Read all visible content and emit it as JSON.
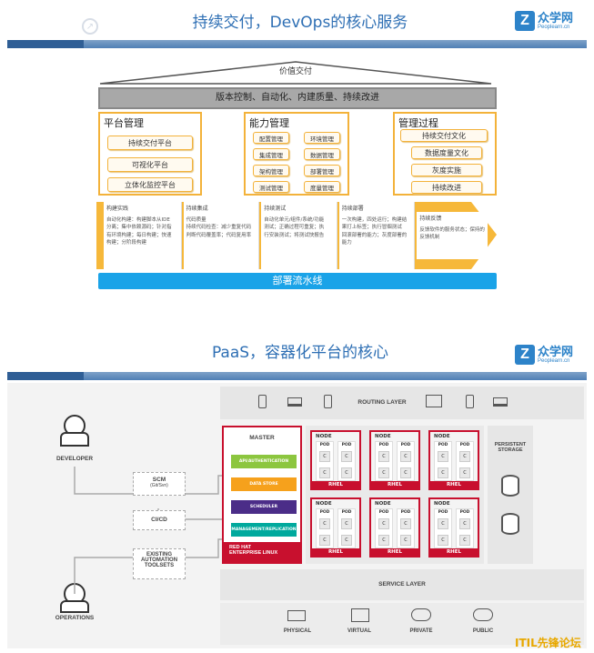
{
  "slide1": {
    "title": "持续交付，DevOps的核心服务",
    "logo": {
      "name": "众学网",
      "url": "Peoplearn.cn"
    },
    "roof_label": "价值交付",
    "banner": "版本控制、自动化、内建质量、持续改进",
    "platform": {
      "title": "平台管理",
      "items": [
        "持续交付平台",
        "可视化平台",
        "立体化监控平台"
      ]
    },
    "capability": {
      "title": "能力管理",
      "items": [
        "配置管理",
        "环境管理",
        "集成管理",
        "数据管理",
        "架构管理",
        "部署管理",
        "测试管理",
        "度量管理"
      ]
    },
    "process": {
      "title": "管理过程",
      "items": [
        "持续交付文化",
        "数据度量文化",
        "灰度实施",
        "持续改进"
      ]
    },
    "stages": [
      {
        "head": "构建实践",
        "lines": [
          "自动化构建：构建脚本从IDE",
          "分离；集中依赖源码；针对指",
          "有环境构建；每日构建；快速",
          "构建；分阶段构建"
        ]
      },
      {
        "head": "持续集成",
        "lines": [
          "代码质量",
          "持续代码检查：减少重复代码",
          "判断代码覆盖率；代码复用率"
        ]
      },
      {
        "head": "持续测试",
        "lines": [
          "自动化单元/组件/系统/功能",
          "测试；正确过程可重复；执",
          "行安装测试；将测试快报告"
        ]
      },
      {
        "head": "持续部署",
        "lines": [
          "一次构建，四处运行；构建结",
          "果打上标签；执行冒烟测试",
          "回滚部署的能力；灰度部署的",
          "能力"
        ]
      },
      {
        "head": "持续反馈",
        "lines": [
          "反馈软件的服务状态；保持的",
          "反馈机制"
        ]
      }
    ],
    "pipeline_label": "部署流水线"
  },
  "slide2": {
    "title": "PaaS，容器化平台的核心",
    "logo": {
      "name": "众学网",
      "url": "Peoplearn.cn"
    },
    "routing_layer": "ROUTING LAYER",
    "service_layer": "SERVICE LAYER",
    "developer": "DEVELOPER",
    "operations": "OPERATIONS",
    "scm": "SCM",
    "scm_sub": "(Git/Svn)",
    "cicd": "CI/CD",
    "existing": [
      "EXISTING",
      "AUTOMATION",
      "TOOLSETS"
    ],
    "master": {
      "title": "MASTER",
      "bars": [
        "API/AUTHENTICATION",
        "DATA STORE",
        "SCHEDULER",
        "MANAGEMENT/REPLICATION"
      ],
      "footer": [
        "RED HAT",
        "ENTERPRISE LINUX"
      ]
    },
    "node_label": "NODE",
    "pod_label": "POD",
    "container_label": "C",
    "rhel_label": "RHEL",
    "persistent_storage": [
      "PERSISTENT",
      "STORAGE"
    ],
    "infra": [
      "PHYSICAL",
      "VIRTUAL",
      "PRIVATE",
      "PUBLIC"
    ],
    "colors": {
      "red": "#c8102e",
      "green": "#8cc63f",
      "orange": "#f6a11c",
      "purple": "#4b2d88",
      "teal": "#00a99d"
    }
  },
  "watermark": "ITIL先锋论坛"
}
